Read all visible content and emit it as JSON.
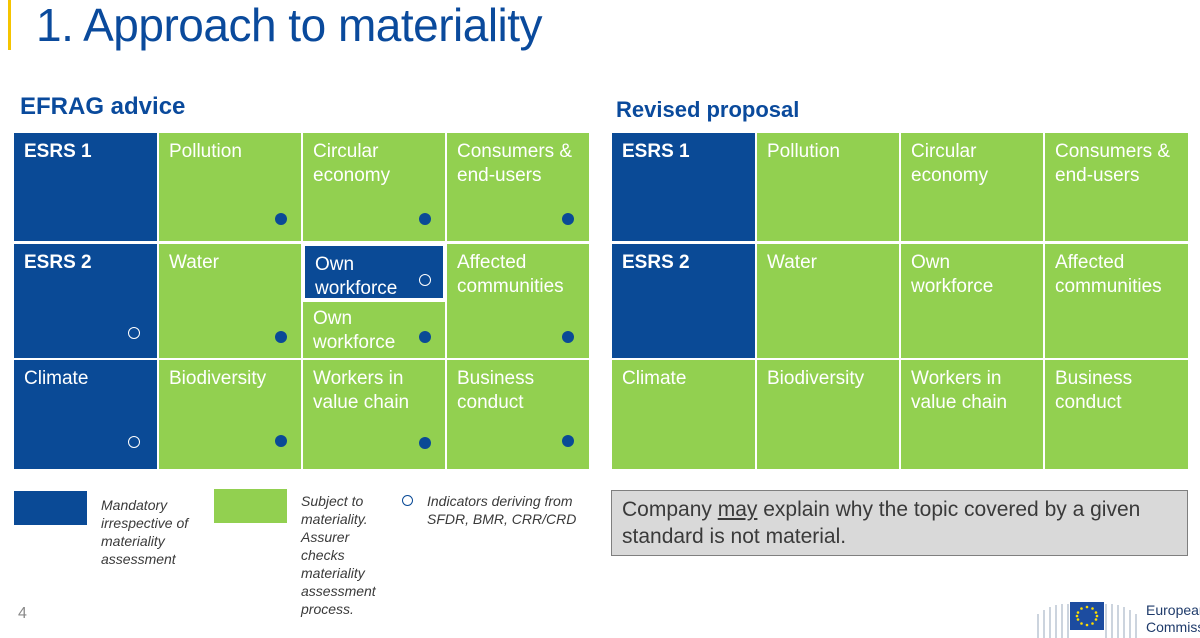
{
  "slide": {
    "title": "1. Approach to materiality",
    "page_number": "4"
  },
  "efrag": {
    "heading": "EFRAG advice",
    "cells": {
      "esrs1": "ESRS 1",
      "pollution": "Pollution",
      "circular": "Circular economy",
      "consumers": "Consumers & end-users",
      "esrs2": "ESRS 2",
      "water": "Water",
      "own_workforce_top": "Own workforce",
      "own_workforce_bottom": "Own workforce",
      "affected": "Affected communities",
      "climate": "Climate",
      "biodiversity": "Biodiversity",
      "workers": "Workers in value chain",
      "business": "Business conduct"
    }
  },
  "revised": {
    "heading": "Revised proposal",
    "cells": {
      "esrs1": "ESRS 1",
      "pollution": "Pollution",
      "circular": "Circular economy",
      "consumers": "Consumers & end-users",
      "esrs2": "ESRS 2",
      "water": "Water",
      "own_workforce": "Own workforce",
      "affected": "Affected communities",
      "climate": "Climate",
      "biodiversity": "Biodiversity",
      "workers": "Workers in value chain",
      "business": "Business conduct"
    }
  },
  "legend": {
    "mandatory": "Mandatory irrespective of materiality assessment",
    "subject": "Subject to materiality. Assurer checks materiality assessment process.",
    "indicators": "Indicators deriving from SFDR, BMR, CRR/CRD"
  },
  "note": {
    "before": "Company ",
    "emphasis": "may",
    "after": " explain why the topic covered by a given standard is not material."
  },
  "logo": {
    "line1": "European",
    "line2": "Commiss"
  },
  "colors": {
    "blue": "#0a4a96",
    "green": "#92d050",
    "title": "#0a4a9c",
    "accent": "#f5c400"
  }
}
